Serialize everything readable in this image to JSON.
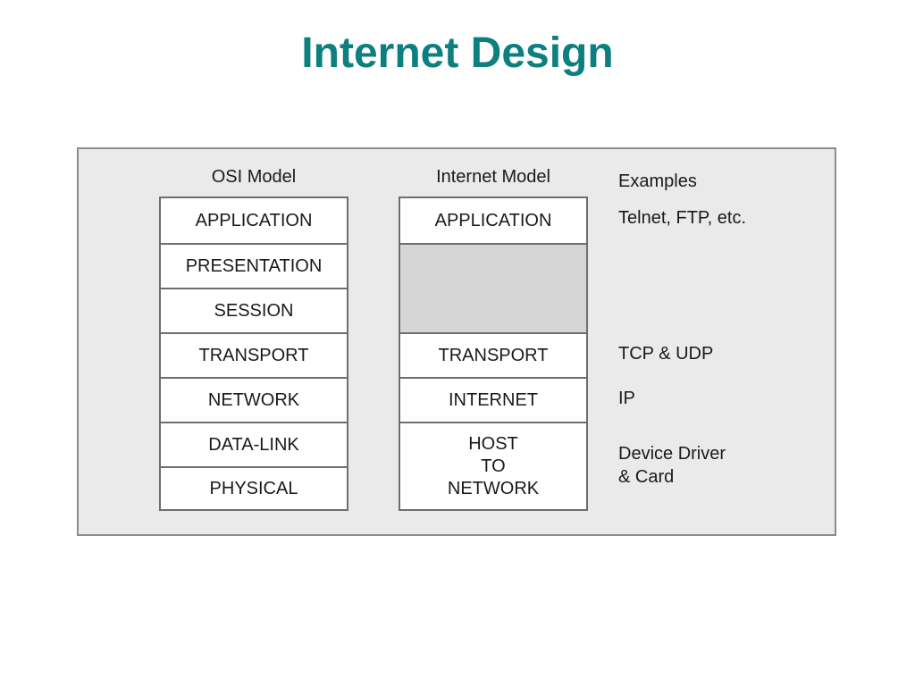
{
  "title": "Internet Design",
  "osi": {
    "header": "OSI Model",
    "layers": [
      "APPLICATION",
      "PRESENTATION",
      "SESSION",
      "TRANSPORT",
      "NETWORK",
      "DATA-LINK",
      "PHYSICAL"
    ]
  },
  "internet": {
    "header": "Internet Model",
    "layers": [
      {
        "label": "APPLICATION",
        "blank": false
      },
      {
        "label": "",
        "blank": true
      },
      {
        "label": "TRANSPORT",
        "blank": false
      },
      {
        "label": "INTERNET",
        "blank": false
      },
      {
        "label": "HOST\nTO\nNETWORK",
        "blank": false
      }
    ]
  },
  "examples": {
    "header": "Examples",
    "items": [
      "Telnet, FTP, etc.",
      "TCP & UDP",
      "IP",
      "Device Driver\n& Card"
    ]
  },
  "colors": {
    "title": "#0e7f7f",
    "panel": "#eaeaea",
    "blank_layer": "#d6d6d6"
  }
}
